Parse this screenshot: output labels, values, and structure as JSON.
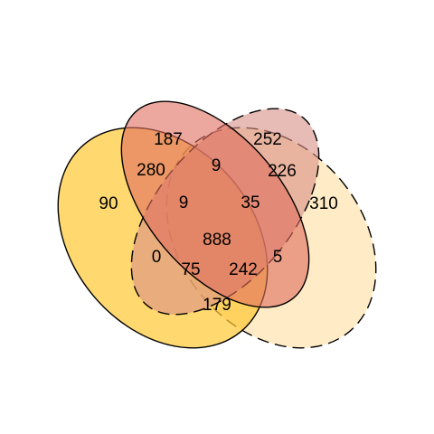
{
  "colors": {
    "set_a": "#ffc733",
    "set_b": "#ffe0a0",
    "set_c": "#d88f86",
    "set_d": "#e06d5e",
    "outline": "#000000",
    "background": "#ffffff"
  },
  "regions": [
    {
      "id": "a-only",
      "value": "90"
    },
    {
      "id": "b-only",
      "value": "310"
    },
    {
      "id": "c-only",
      "value": "252"
    },
    {
      "id": "d-only",
      "value": "187"
    },
    {
      "id": "a-d",
      "value": "280"
    },
    {
      "id": "c-d",
      "value": "9"
    },
    {
      "id": "b-c",
      "value": "226"
    },
    {
      "id": "a-c-d",
      "value": "9"
    },
    {
      "id": "b-c-d",
      "value": "35"
    },
    {
      "id": "a-c",
      "value": "0"
    },
    {
      "id": "all-four",
      "value": "888"
    },
    {
      "id": "b-d",
      "value": "5"
    },
    {
      "id": "a-b-c",
      "value": "75"
    },
    {
      "id": "a-b-d",
      "value": "242"
    },
    {
      "id": "a-b",
      "value": "179"
    }
  ]
}
